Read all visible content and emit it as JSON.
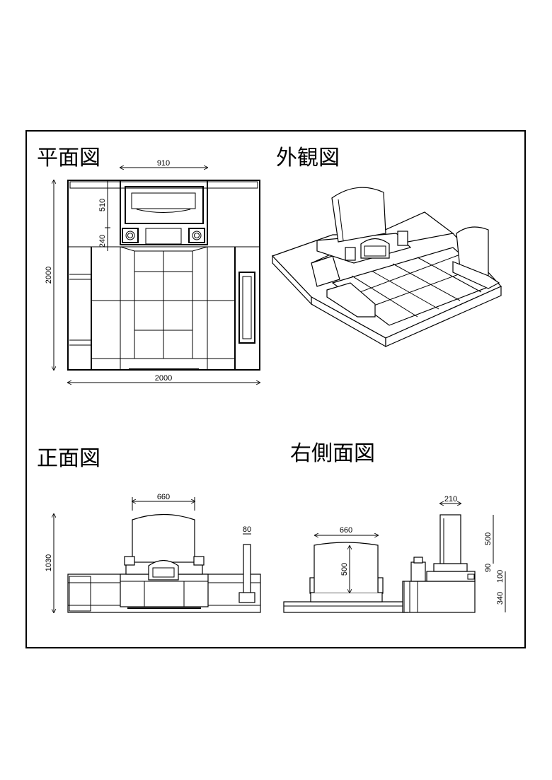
{
  "titles": {
    "plan": "平面図",
    "exterior": "外観図",
    "front": "正面図",
    "right_side": "右側面図"
  },
  "dimensions": {
    "plan": {
      "center_width": "910",
      "height_upper": "510",
      "height_lower": "240",
      "total_depth": "2000",
      "total_width": "2000"
    },
    "front": {
      "stone_width": "660",
      "total_height": "1030",
      "post_width": "80"
    },
    "side": {
      "stone_width": "660",
      "stone_height": "500",
      "post_depth": "210",
      "post_height": "500",
      "h90": "90",
      "h100": "100",
      "h340": "340"
    }
  },
  "colors": {
    "line": "#000000",
    "background": "#ffffff"
  }
}
